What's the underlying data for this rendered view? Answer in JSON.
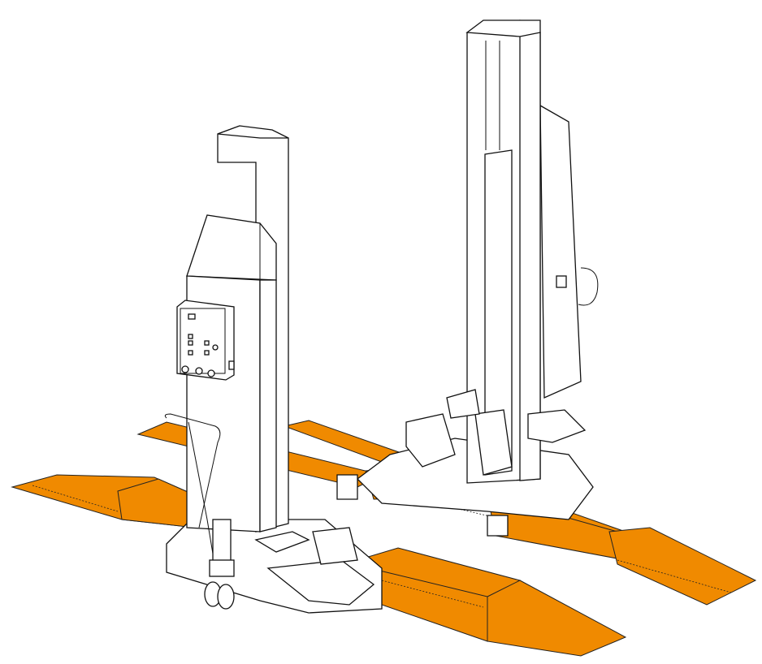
{
  "colors": {
    "ramp": "#F08A00",
    "line": "#111111",
    "background": "#FFFFFF"
  },
  "icons": [
    "lift-column-left",
    "lift-column-right",
    "control-panel",
    "pump-handle",
    "wheel",
    "ramp"
  ]
}
